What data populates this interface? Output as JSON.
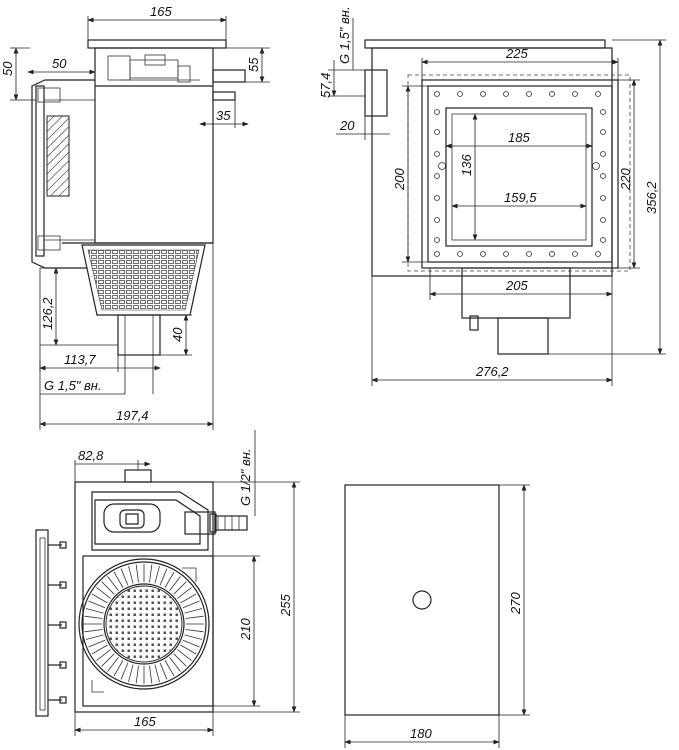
{
  "views": {
    "side": {
      "dims": {
        "top_width": "165",
        "flange_50_vertical": "50",
        "flange_50_horizontal": "50",
        "nozzle_55": "55",
        "nozzle_35": "35",
        "depth_126_2": "126,2",
        "pipe_40": "40",
        "offset_113_7": "113,7",
        "thread_label": "G 1,5\" вн.",
        "total_197_4": "197,4"
      }
    },
    "front": {
      "dims": {
        "thread_label": "G 1,5\" вн.",
        "nozzle_57_4": "57,4",
        "nozzle_20": "20",
        "width_225": "225",
        "inner_185": "185",
        "inner_136": "136",
        "inner_159_5": "159,5",
        "height_200": "200",
        "height_220": "220",
        "total_height_356_2": "356,2",
        "body_205": "205",
        "total_width_276_2": "276,2"
      }
    },
    "top": {
      "dims": {
        "offset_82_8": "82,8",
        "thread_label": "G 1/2\" вн.",
        "basket_210": "210",
        "depth_255": "255",
        "width_165": "165"
      }
    },
    "lid": {
      "dims": {
        "height_270": "270",
        "width_180": "180"
      }
    }
  }
}
